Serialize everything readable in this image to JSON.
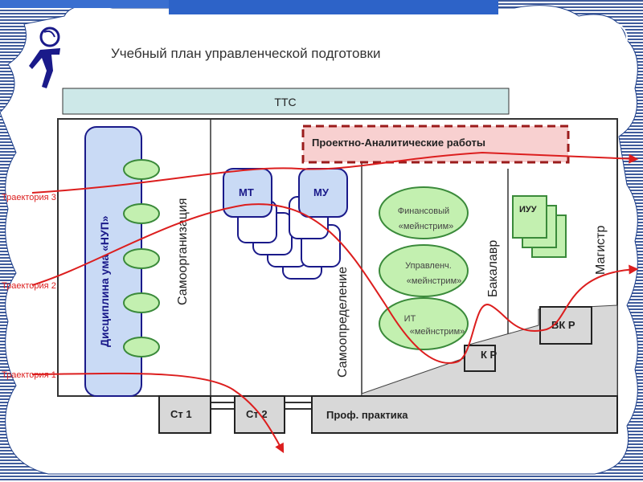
{
  "title": "Учебный план управленческой подготовки",
  "ttc_label": "ТТС",
  "project_label": "Проектно-Аналитические работы",
  "nup_label": "Дисциплина ума «НУП»",
  "self_org_label": "Самоорганизация",
  "self_det_label": "Самоопределение",
  "mt_label": "МТ",
  "mu_label": "МУ",
  "finance_label_1": "Финансовый",
  "finance_label_2": "«мейнстрим»",
  "manage_label_1": "Управленч.",
  "manage_label_2": "«мейнстрим»",
  "it_label_1": "ИТ",
  "it_label_2": "«мейнстрим»",
  "iuu_label": "ИУУ",
  "bachelor_label": "Бакалавр",
  "master_label": "Магистр",
  "kr_label": "К Р",
  "vkr_label": "ВК Р",
  "st1_label": "Ст 1",
  "st2_label": "Ст 2",
  "practice_label": "Проф. практика",
  "trajectories": [
    "Траектория 3",
    "Траектория 2",
    "Траектория 1"
  ],
  "colors": {
    "red": "#dc1e1e",
    "dark_red": "#9b1b1b",
    "navy": "#1a1a8a",
    "ttc_fill": "#cde8e8",
    "nup_fill": "#c9daf5",
    "green_fill": "#c3f0b0",
    "green_dark": "#3a8a3a",
    "gray_fill": "#d8d8d8",
    "pink_fill": "#f8d0d0"
  }
}
